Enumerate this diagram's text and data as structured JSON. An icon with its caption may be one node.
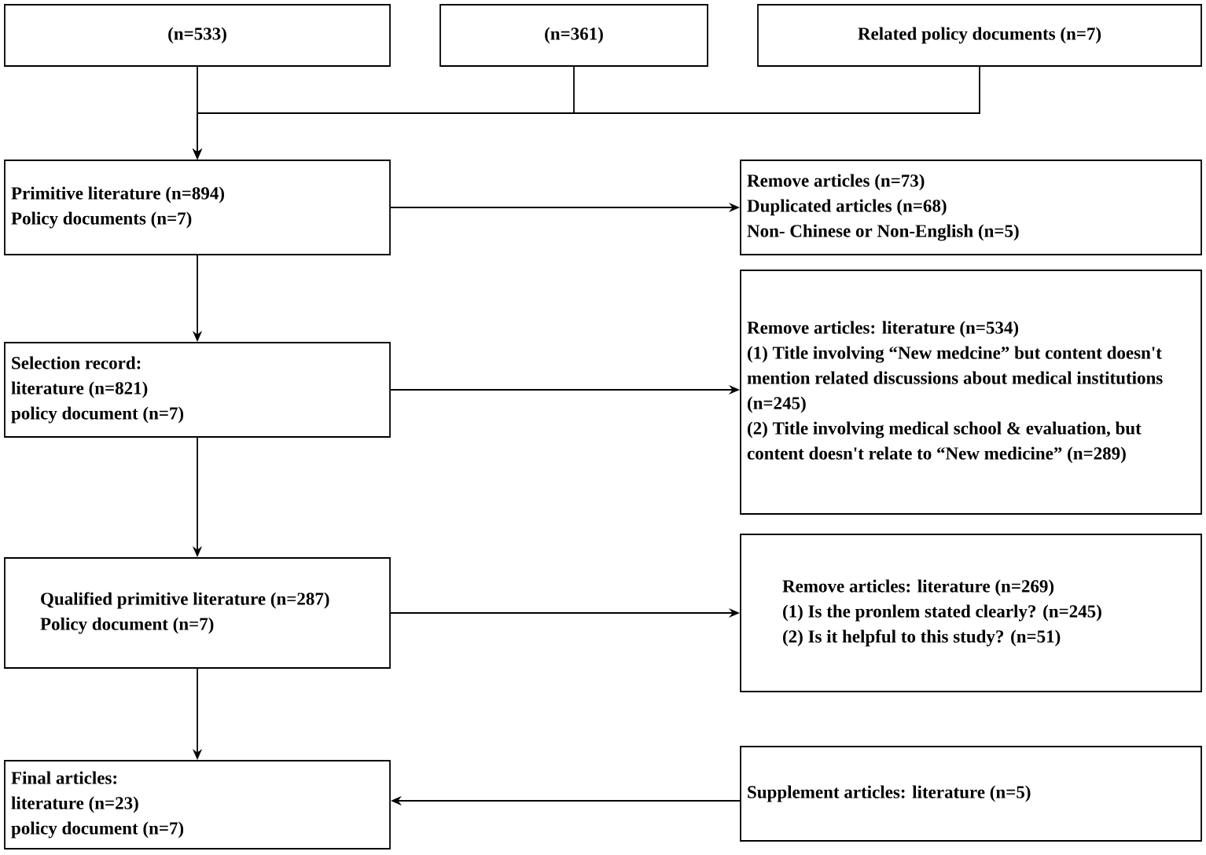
{
  "diagram": {
    "nodes": [
      {
        "text": [
          "(n=533)"
        ]
      },
      {
        "text": [
          "(n=361)"
        ]
      },
      {
        "text": [
          "Related policy documents (n=7)"
        ]
      },
      {
        "text": [
          "Primitive literature (n=894)",
          "Policy documents (n=7)"
        ]
      },
      {
        "text": [
          "Remove articles (n=73)",
          "Duplicated articles (n=68)",
          "Non- Chinese or Non-English (n=5)"
        ]
      },
      {
        "text": [
          "Selection record:",
          "literature (n=821)",
          "policy document (n=7)"
        ]
      },
      {
        "text": [
          "Remove articles: literature (n=534)",
          "(1) Title involving “New medcine” but content doesn't mention related discussions about medical institutions (n=245)",
          "(2) Title involving medical school & evaluation, but content doesn't relate to “New medicine” (n=289)"
        ]
      },
      {
        "text": [
          "Qualified primitive literature (n=287)",
          "Policy document (n=7)"
        ]
      },
      {
        "text": [
          "Remove articles: literature (n=269)",
          "(1) Is the pronlem stated clearly? (n=245)",
          "(2) Is it helpful to this study? (n=51)"
        ]
      },
      {
        "text": [
          "Final articles:",
          "literature (n=23)",
          "policy document (n=7)"
        ]
      },
      {
        "text": [
          "Supplement articles: literature (n=5)"
        ]
      }
    ],
    "edges": [
      {
        "from": 0,
        "to": 3,
        "arrow": "to"
      },
      {
        "from": 1,
        "to": 3,
        "arrow": "to"
      },
      {
        "from": 2,
        "to": 3,
        "arrow": "to"
      },
      {
        "from": 3,
        "to": 4,
        "arrow": "to"
      },
      {
        "from": 3,
        "to": 5,
        "arrow": "to"
      },
      {
        "from": 5,
        "to": 6,
        "arrow": "to"
      },
      {
        "from": 5,
        "to": 7,
        "arrow": "to"
      },
      {
        "from": 7,
        "to": 8,
        "arrow": "to"
      },
      {
        "from": 7,
        "to": 9,
        "arrow": "to"
      },
      {
        "from": 10,
        "to": 9,
        "arrow": "to"
      }
    ]
  }
}
